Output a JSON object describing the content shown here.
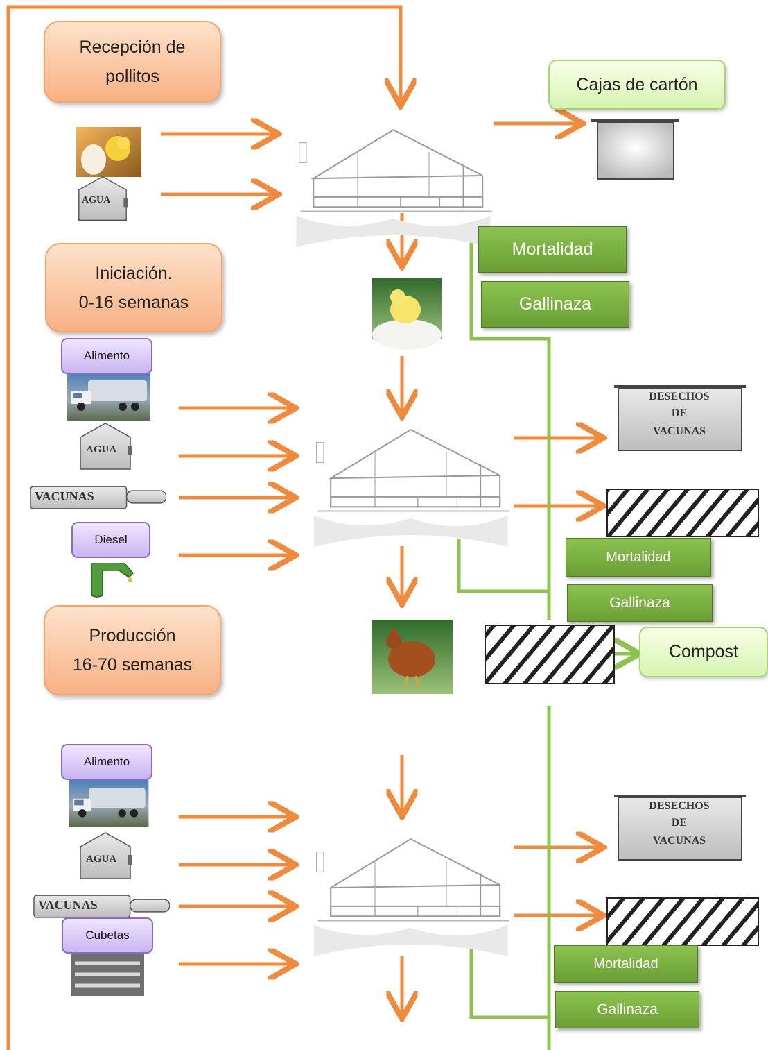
{
  "stages": {
    "reception": {
      "line1": "Recepción de",
      "line2": "pollitos"
    },
    "initiation": {
      "line1": "Iniciación.",
      "line2": "0-16 semanas"
    },
    "production": {
      "line1": "Producción",
      "line2": "16-70 semanas"
    }
  },
  "outputs": {
    "boxes": "Cajas de cartón",
    "mortality_1": "Mortalidad",
    "manure_1": "Gallinaza",
    "mortality_2": "Mortalidad",
    "manure_2": "Gallinaza",
    "compost": "Compost",
    "mortality_3": "Mortalidad",
    "manure_3": "Gallinaza"
  },
  "inputs": {
    "feed_1": "Alimento",
    "diesel": "Diesel",
    "feed_2": "Alimento",
    "trays": "Cubetas"
  },
  "icon_labels": {
    "water": "AGUA",
    "vaccines": "VACUNAS",
    "vaccine_waste_1": "DESECHOS",
    "vaccine_waste_2": "DE",
    "vaccine_waste_3": "VACUNAS"
  },
  "colors": {
    "flow": "#f08a3c",
    "waste_line": "#8cc34f"
  }
}
